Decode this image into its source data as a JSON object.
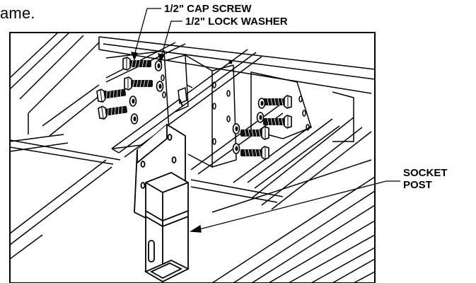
{
  "intro_text_fragment": "ame.",
  "callouts": {
    "cap_screw": "1/2\" CAP SCREW",
    "lock_washer": "1/2\" LOCK WASHER",
    "socket_post_line1": "SOCKET",
    "socket_post_line2": "POST"
  },
  "colors": {
    "ink": "#000000",
    "paper": "#ffffff"
  }
}
